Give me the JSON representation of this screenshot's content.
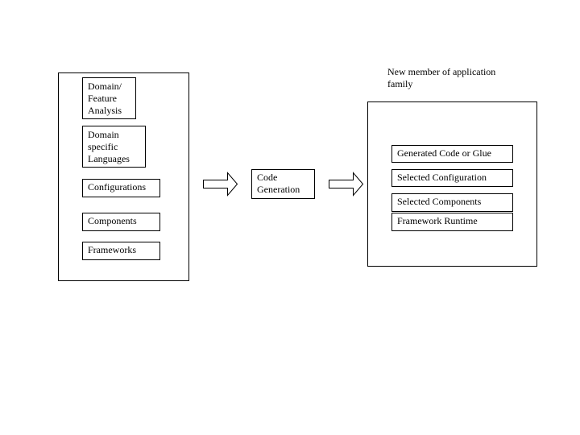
{
  "left_group": {
    "items": [
      "Domain/\nFeature\nAnalysis",
      "Domain\nspecific\nLanguages",
      "Configurations",
      "Components",
      "Frameworks"
    ]
  },
  "middle": {
    "label": "Code\nGeneration"
  },
  "right_group": {
    "title": "New member of application\nfamily",
    "items": [
      "Generated Code or Glue",
      "Selected Configuration",
      "Selected Components",
      "Framework Runtime"
    ]
  }
}
